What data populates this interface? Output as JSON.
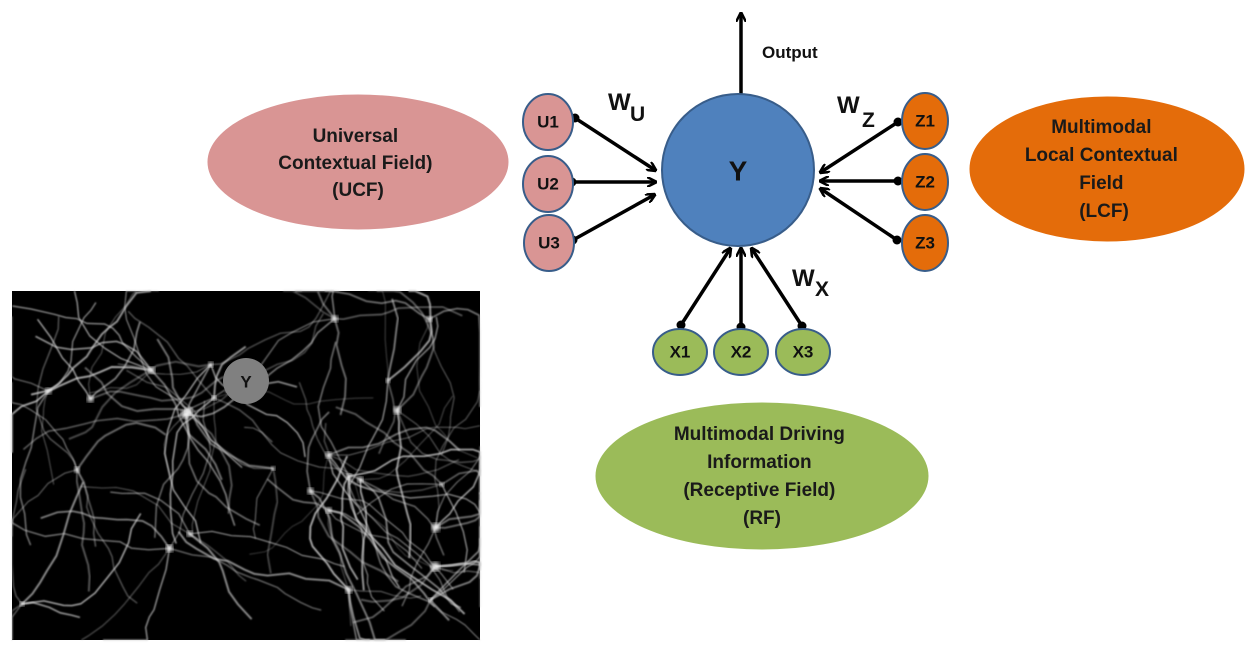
{
  "colors": {
    "ucf_fill": "#d99594",
    "ucf_node_fill": "#d99594",
    "lcf_fill": "#e46c0a",
    "lcf_node_fill": "#e46c0a",
    "rf_fill": "#9bbb59",
    "rf_node_fill": "#9bbb59",
    "y_fill": "#4f81bd",
    "node_stroke": "#385d8a",
    "photo_bg": "#000000",
    "neuron_marker": "#808080"
  },
  "fields": {
    "ucf": {
      "line1": "Universal",
      "line2": "Contextual Field)",
      "line3": "(UCF)"
    },
    "lcf": {
      "line1": "Multimodal",
      "line2": "Local Contextual",
      "line3": "Field",
      "line4": "(LCF)"
    },
    "rf": {
      "line1": "Multimodal Driving",
      "line2": "Information",
      "line3": "(Receptive Field)",
      "line4": "(RF)"
    }
  },
  "center": {
    "label": "Y"
  },
  "output": {
    "label": "Output"
  },
  "weights": {
    "wu": {
      "main": "W",
      "sub": "U"
    },
    "wz": {
      "main": "W",
      "sub": "Z"
    },
    "wx": {
      "main": "W",
      "sub": "X"
    }
  },
  "u_nodes": [
    "U1",
    "U2",
    "U3"
  ],
  "z_nodes": [
    "Z1",
    "Z2",
    "Z3"
  ],
  "x_nodes": [
    "X1",
    "X2",
    "X3"
  ],
  "photo": {
    "marker_label": "Y",
    "icon": "neuron-network-micrograph"
  }
}
